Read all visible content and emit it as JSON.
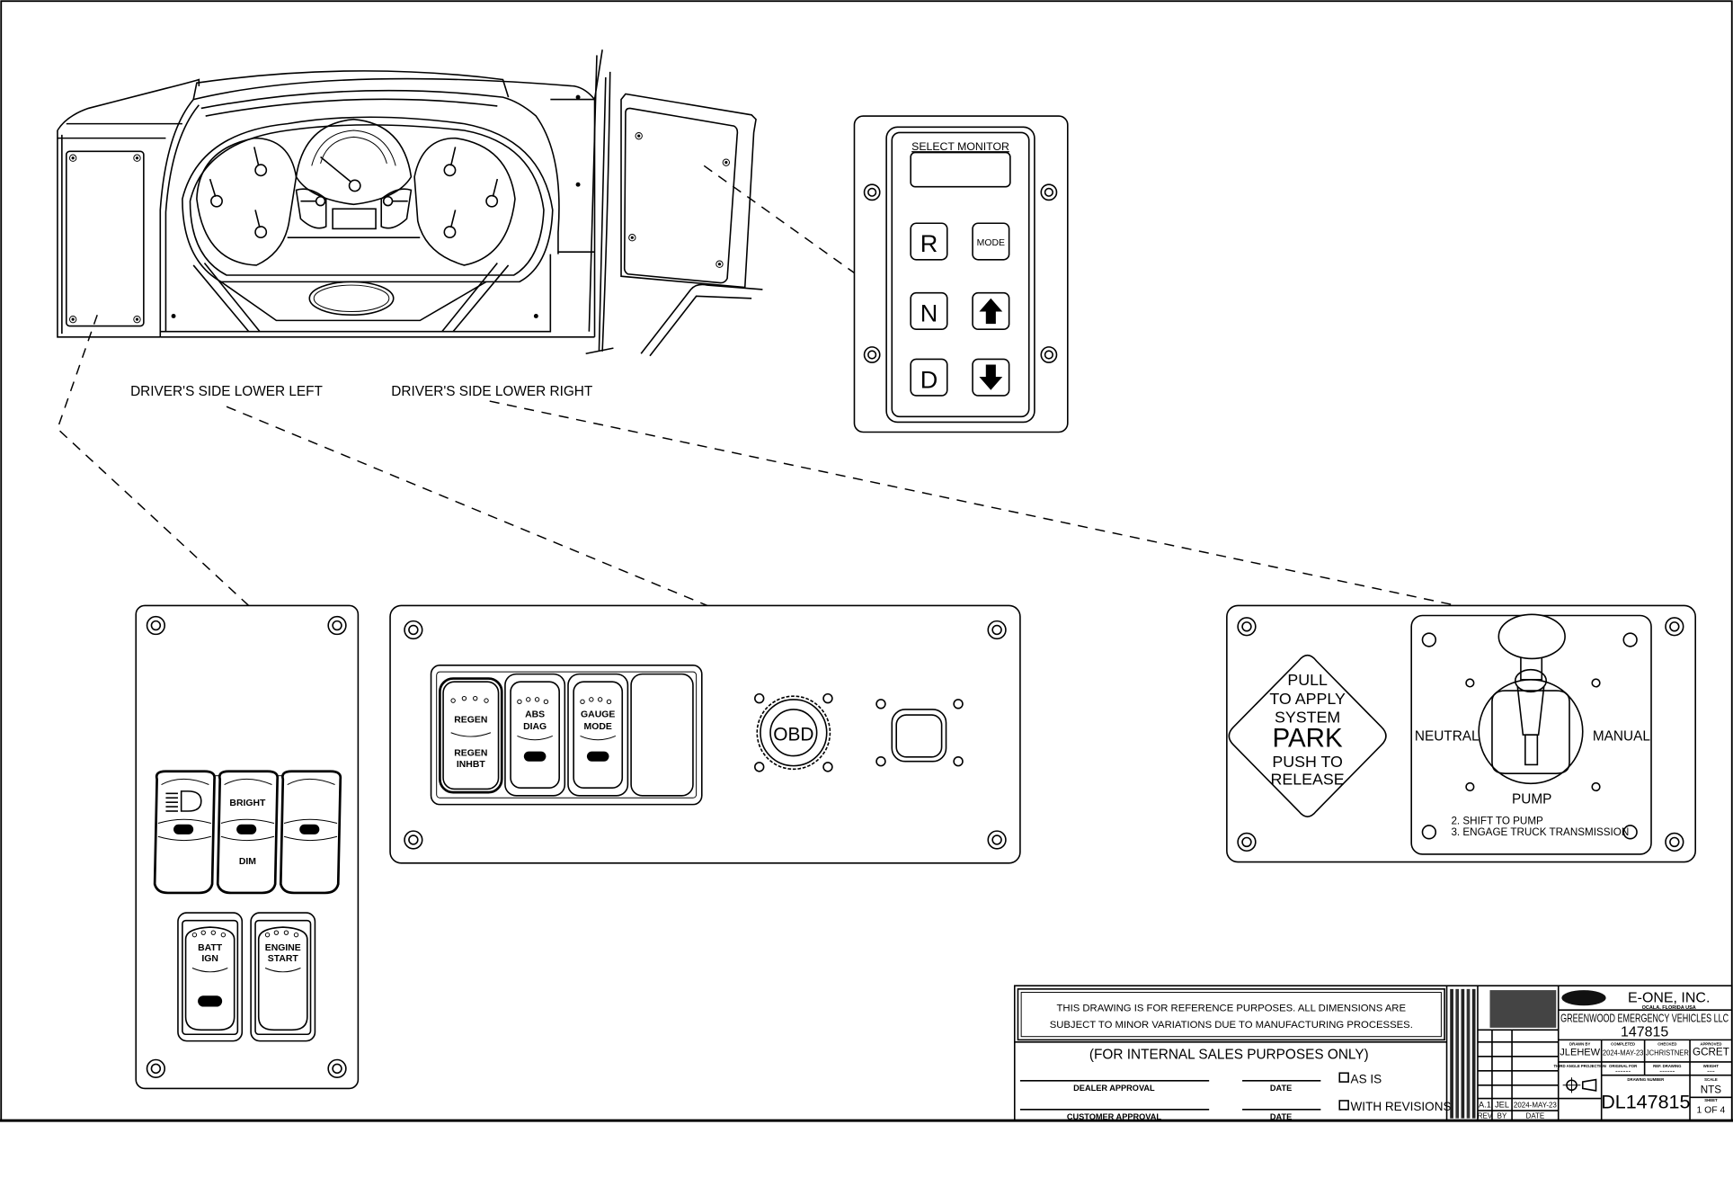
{
  "drawing": {
    "views": {
      "lower_left_label": "DRIVER'S SIDE LOWER LEFT",
      "lower_right_label": "DRIVER'S SIDE LOWER RIGHT"
    },
    "select_monitor": {
      "title": "SELECT MONITOR",
      "buttons": [
        {
          "label": "R",
          "icon": null
        },
        {
          "label": "MODE",
          "icon": null
        },
        {
          "label": "N",
          "icon": null
        },
        {
          "label": "",
          "icon": "arrow-up-icon"
        },
        {
          "label": "D",
          "icon": null
        },
        {
          "label": "",
          "icon": "arrow-down-icon"
        }
      ]
    },
    "left_panel": {
      "rocker_row1": [
        {
          "icon": "headlight-icon",
          "top": "",
          "bottom": ""
        },
        {
          "icon": null,
          "top": "BRIGHT",
          "bottom": "DIM"
        },
        {
          "icon": null,
          "top": "",
          "bottom": ""
        }
      ],
      "rocker_row2": [
        {
          "line1": "BATT",
          "line2": "IGN",
          "indicator": true
        },
        {
          "line1": "ENGINE",
          "line2": "START",
          "indicator": false
        }
      ]
    },
    "center_panel": {
      "switches": [
        {
          "top1": "REGEN",
          "top2": "",
          "bottom1": "REGEN",
          "bottom2": "INHBT",
          "indicator": false
        },
        {
          "top1": "ABS",
          "top2": "DIAG",
          "bottom1": "",
          "bottom2": "",
          "indicator": true
        },
        {
          "top1": "GAUGE",
          "top2": "MODE",
          "bottom1": "",
          "bottom2": "",
          "indicator": true
        },
        {
          "top1": "",
          "top2": "",
          "bottom1": "",
          "bottom2": "",
          "indicator": false,
          "blank": true
        }
      ],
      "obd_label": "OBD"
    },
    "right_panel": {
      "park_knob": [
        "PULL",
        "TO APPLY",
        "SYSTEM",
        "PARK",
        "PUSH TO",
        "RELEASE"
      ],
      "pto_left": "NEUTRAL",
      "pto_right": "MANUAL",
      "pto_bottom": "PUMP",
      "instructions": [
        "2. SHIFT TO PUMP",
        "3. ENGAGE TRUCK TRANSMISSION"
      ]
    }
  },
  "title_block": {
    "disclaimer_line1": "THIS DRAWING IS FOR REFERENCE PURPOSES. ALL DIMENSIONS ARE",
    "disclaimer_line2": "SUBJECT TO MINOR VARIATIONS DUE TO MANUFACTURING PROCESSES.",
    "internal_note": "(FOR INTERNAL SALES PURPOSES ONLY)",
    "dealer_approval": "DEALER APPROVAL",
    "customer_approval": "CUSTOMER APPROVAL",
    "date_label": "DATE",
    "option_as_is": "AS IS",
    "option_with_revisions": "WITH REVISIONS",
    "revision": {
      "rev": "A.1",
      "by": "JEL",
      "date": "2024-MAY-23"
    },
    "rev_headers": {
      "rev": "REV",
      "by": "BY",
      "date": "DATE"
    },
    "company": "E-ONE, INC.",
    "company_location": "OCALA, FLORIDA USA",
    "customer": "GREENWOOD EMERGENCY VEHICLES LLC",
    "job_number": "147815",
    "drawn_by_label": "DRAWN BY",
    "drawn_by": "JLEHEW",
    "completed_label": "COMPLETED",
    "completed": "2024-MAY-23",
    "checked_label": "CHECKED",
    "checked": "JCHRISTNER",
    "approved_label": "APPROVED",
    "approved": "GCRET",
    "projection_label": "THIRD ANGLE PROJECTION",
    "original_for_label": "ORIGINAL FOR",
    "original_for": "------",
    "ref_drawing_label": "REF. DRAWING",
    "ref_drawing": "------",
    "weight_label": "WEIGHT",
    "weight": "---",
    "drawing_number_label": "DRAWING NUMBER",
    "drawing_number": "DL147815",
    "scale_label": "SCALE",
    "scale": "NTS",
    "sheet_label": "SHEET",
    "sheet": "1 OF 4"
  }
}
